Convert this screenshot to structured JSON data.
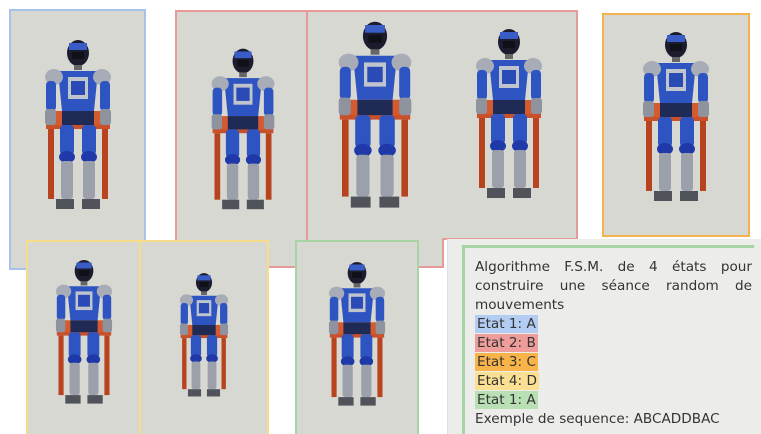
{
  "colors": {
    "panel_bg": "#d7d8d2",
    "blue_border": "#a9c1ed",
    "red_border": "#e79a9a",
    "orange_border": "#f4b34e",
    "yellow_border": "#f7dc8a",
    "green_border": "#a6d4a5",
    "hl_blue": "#b3cdf2",
    "hl_red": "#ee9d9a",
    "hl_orange": "#f8b448",
    "hl_yellow": "#fbe093",
    "hl_green": "#b9dfb4"
  },
  "description": {
    "title_line1": "Algorithme F.S.M. de 4 états pour",
    "title_line2": "construire une séance random de",
    "title_line3": "mouvements",
    "states": [
      {
        "label": "Etat 1:  A",
        "color": "blue"
      },
      {
        "label": "Etat 2:  B",
        "color": "red"
      },
      {
        "label": "Etat 3:  C",
        "color": "orange"
      },
      {
        "label": "Etat 4:  D",
        "color": "yellow"
      },
      {
        "label": "Etat 1:  A",
        "color": "green"
      }
    ],
    "example": "Exemple de sequence: ABCADDBAC"
  }
}
